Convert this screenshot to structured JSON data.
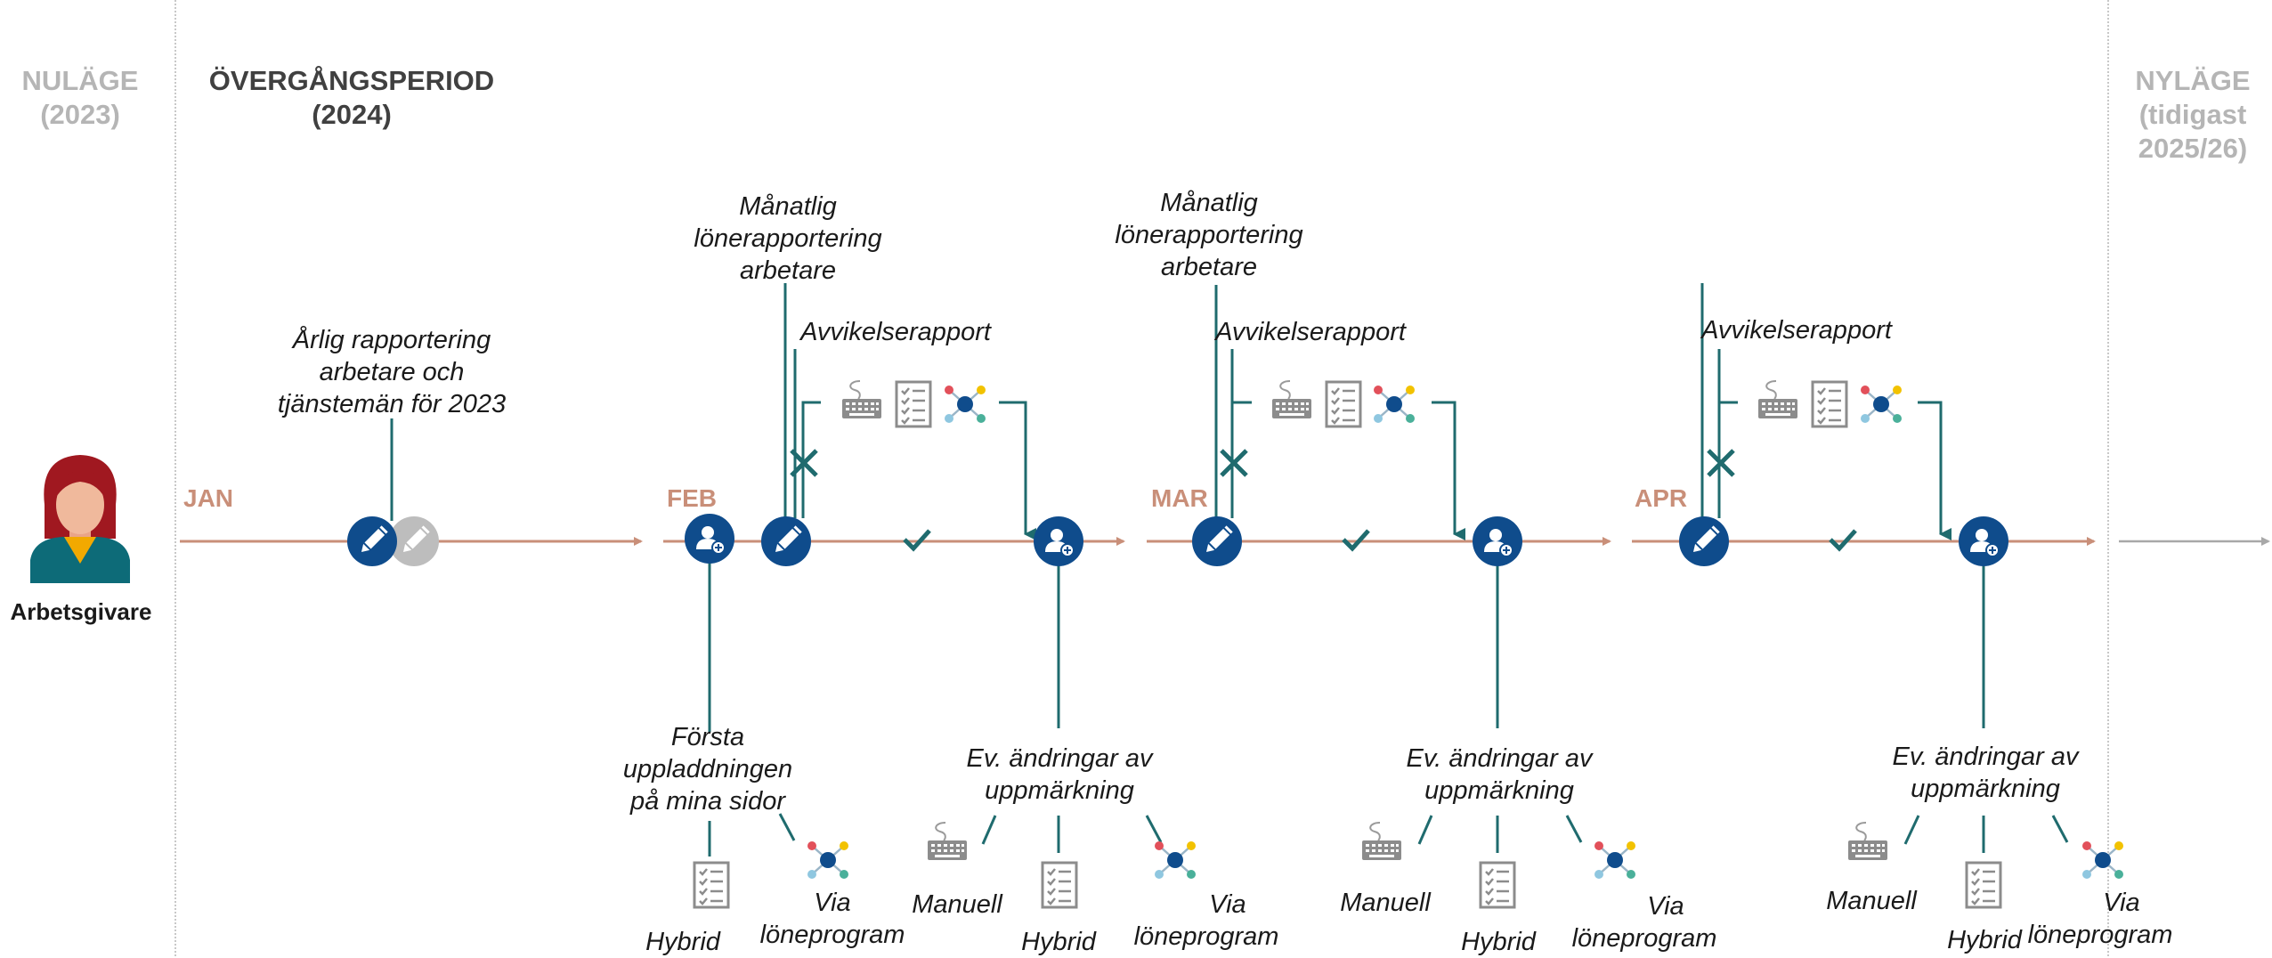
{
  "periods": {
    "current": {
      "label": "NULÄGE",
      "sub": "(2023)"
    },
    "transition": {
      "label": "ÖVERGÅNGSPERIOD",
      "sub": "(2024)"
    },
    "future": {
      "label": "NYLÄGE",
      "sub1": "(tidigast",
      "sub2": "2025/26)"
    }
  },
  "actor": {
    "label": "Arbetsgivare"
  },
  "months": [
    "JAN",
    "FEB",
    "MAR",
    "APR"
  ],
  "labels": {
    "annual": [
      "Årlig rapportering",
      "arbetare och",
      "tjänstemän för 2023"
    ],
    "monthly": [
      "Månatlig",
      "lönerapportering",
      "arbetare"
    ],
    "deviation": "Avvikelserapport",
    "first_upload": [
      "Första",
      "uppladdningen",
      "på mina sidor"
    ],
    "changes": [
      "Ev. ändringar av",
      "uppmärkning"
    ],
    "manual": "Manuell",
    "hybrid": "Hybrid",
    "via": [
      "Via",
      "löneprogram"
    ]
  },
  "colors": {
    "timeline": "#c98f79",
    "node_blue": "#0f4c8c",
    "node_gray": "#bdbdbd",
    "connector": "#1f6b6e",
    "muted_text": "#b5b5b5"
  },
  "icons": [
    "person-avatar-icon",
    "pencil-icon",
    "upload-person-icon",
    "checkmark-icon",
    "cross-icon",
    "keyboard-icon",
    "checklist-icon",
    "network-icon",
    "arrow-icon"
  ]
}
